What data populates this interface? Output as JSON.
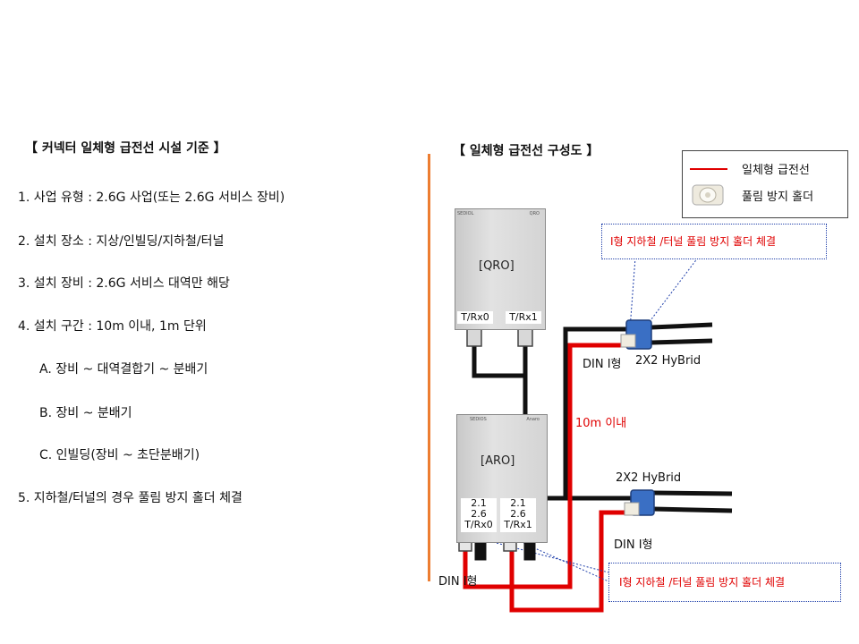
{
  "left": {
    "title": "【 커넥터 일체형 급전선 시설 기준 】",
    "items": [
      "1. 사업 유형 : 2.6G 사업(또는 2.6G 서비스 장비)",
      "2. 설치 장소 : 지상/인빌딩/지하철/터널",
      "3. 설치 장비 : 2.6G 서비스 대역만 해당",
      "4. 설치 구간 : 10m 이내, 1m 단위"
    ],
    "subitems": [
      "A. 장비 ~ 대역결합기 ~ 분배기",
      "B. 장비 ~ 분배기",
      "C. 인빌딩(장비 ~ 초단분배기)"
    ],
    "item5": "5. 지하철/터널의 경우 풀림 방지 홀더 체결"
  },
  "right": {
    "title": "【 일체형 급전선 구성도 】",
    "legend": {
      "line_label": "일체형 급전선",
      "holder_label": "풀림 방지 홀더"
    },
    "note_top": "I형 지하철 /터널 풀림 방지 홀더 체결",
    "note_bottom": "I형 지하철 /터널 풀림 방지 홀더 체결",
    "qro": {
      "name": "[QRO]",
      "port0": "T/Rx0",
      "port1": "T/Rx1",
      "brand_left": "SEDIOL",
      "brand_right": "QRO"
    },
    "aro": {
      "name": "[ARO]",
      "port0": "2.1\n2.6\nT/Rx0",
      "port1": "2.1\n2.6\nT/Rx1",
      "brand_left": "SEDIOS",
      "brand_right": "Anaro"
    },
    "labels": {
      "din_top": "DIN I형",
      "hybrid_top": "2X2 HyBrid",
      "distance": "10m 이내",
      "hybrid_bottom": "2X2 HyBrid",
      "din_mid": "DIN I형",
      "din_bottom": "DIN I형"
    },
    "colors": {
      "feeder": "#e00000",
      "cable": "#111111",
      "divider": "#ed7d31",
      "hybrid": "#3a6fc4"
    }
  }
}
